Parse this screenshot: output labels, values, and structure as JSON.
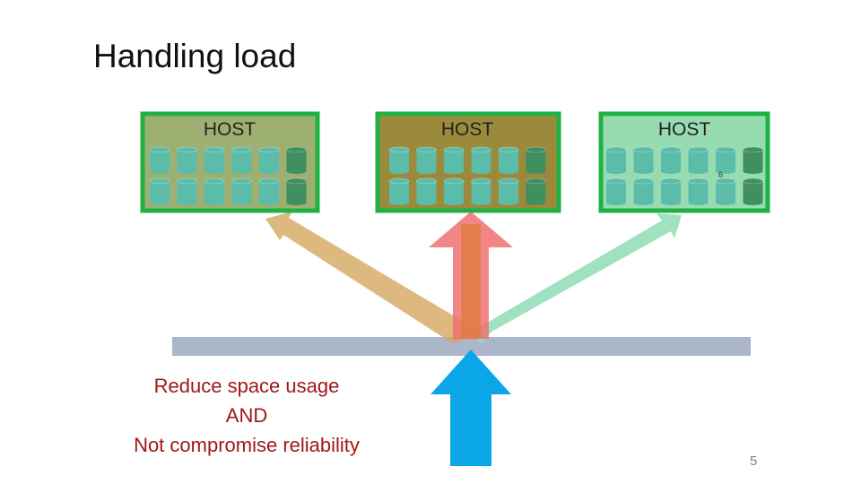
{
  "slide": {
    "title": "Handling load",
    "page_number": "5"
  },
  "hosts": [
    {
      "label": "HOST",
      "fill": "#9db071",
      "border": "#1fb143",
      "disk_light": "#5bbcaa",
      "disk_dark": "#3f8f5f",
      "label_color": "#222222",
      "small_tag": ""
    },
    {
      "label": "HOST",
      "fill": "#9b8a3c",
      "border": "#1fb143",
      "disk_light": "#5bbcaa",
      "disk_dark": "#3f8f5f",
      "label_color": "#222222",
      "small_tag": ""
    },
    {
      "label": "HOST",
      "fill": "#97dcb0",
      "border": "#1fb143",
      "disk_light": "#5bbcaa",
      "disk_dark": "#3f8f5f",
      "label_color": "#222222",
      "small_tag": "6"
    }
  ],
  "arrows": {
    "left_color": "#d4a760",
    "center_color": "#f07070",
    "center_inner_color": "#e07b3c",
    "right_color": "#8fdcb4",
    "input_color": "#0ba6e8"
  },
  "bus": {
    "color": "#abb6cb"
  },
  "caption": {
    "line1": "Reduce space usage",
    "line2": "AND",
    "line3": "Not compromise reliability"
  }
}
